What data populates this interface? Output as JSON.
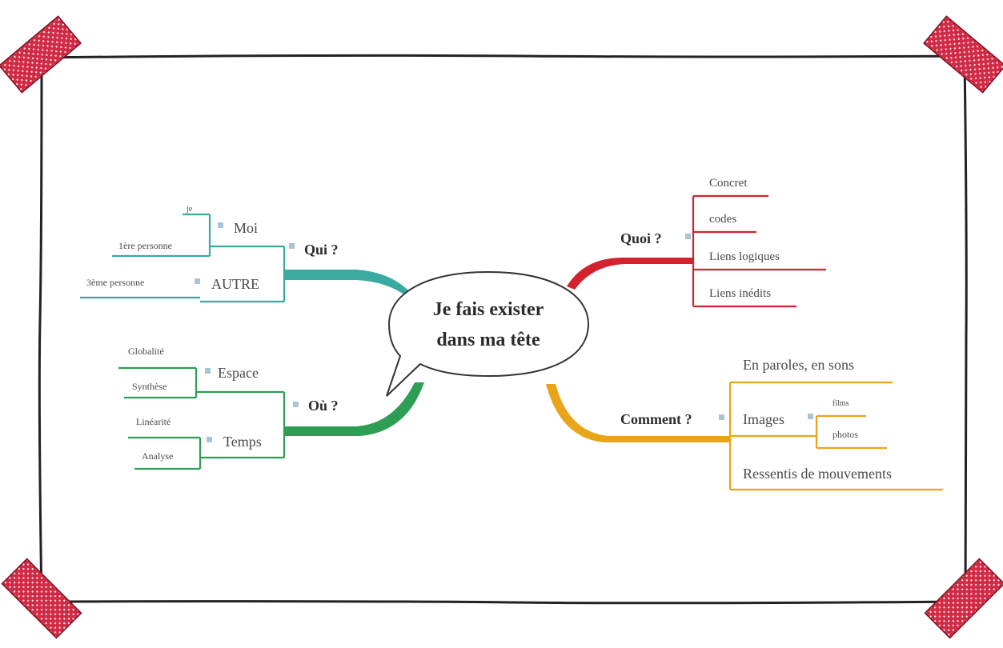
{
  "center": {
    "line1": "Je fais exister",
    "line2": "dans ma tête"
  },
  "colors": {
    "qui": "#3aa9a0",
    "ou": "#2e9e55",
    "quoi": "#d3232f",
    "comment": "#e8a51a",
    "tape": "#d12a45",
    "frame": "#222222"
  },
  "branches": {
    "qui": {
      "label": "Qui ?",
      "moi": {
        "label": "Moi",
        "children": [
          "je",
          "1ère personne"
        ]
      },
      "autre": {
        "label": "AUTRE",
        "children": [
          "3ème personne"
        ]
      }
    },
    "ou": {
      "label": "Où ?",
      "espace": {
        "label": "Espace",
        "children": [
          "Globalité",
          "Synthèse"
        ]
      },
      "temps": {
        "label": "Temps",
        "children": [
          "Linéarité",
          "Analyse"
        ]
      }
    },
    "quoi": {
      "label": "Quoi ?",
      "children": [
        "Concret",
        "codes",
        "Liens logiques",
        "Liens inédits"
      ]
    },
    "comment": {
      "label": "Comment ?",
      "paroles": "En paroles, en sons",
      "images": {
        "label": "Images",
        "children": [
          "films",
          "photos"
        ]
      },
      "ressentis": "Ressentis de mouvements"
    }
  }
}
